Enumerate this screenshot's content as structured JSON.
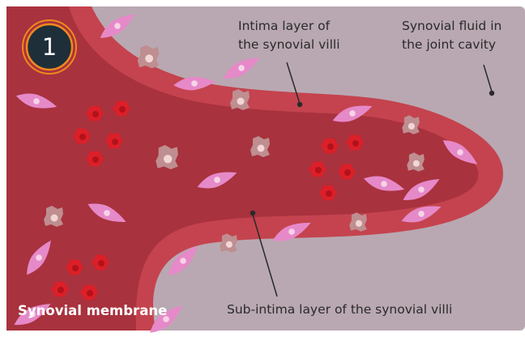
{
  "step_number": "1",
  "labels": {
    "intima": [
      "Intima layer of",
      "the synovial villi"
    ],
    "synovial_fluid": [
      "Synovial fluid in",
      "the joint cavity"
    ],
    "sub_intima": "Sub-intima layer of the synovial villi",
    "membrane": "Synovial membrane"
  },
  "colors": {
    "background": "#ffffff",
    "joint_cavity": "#b9a8b2",
    "intima_layer": "#c4434e",
    "sub_intima": "#a8323e",
    "fibroblast_cell": "#e689c8",
    "red_cell": "#dc1f28",
    "macrophage_cell": "#bf8e90",
    "badge_fill": "#1e2f3a",
    "badge_ring": "#f08a1c"
  }
}
